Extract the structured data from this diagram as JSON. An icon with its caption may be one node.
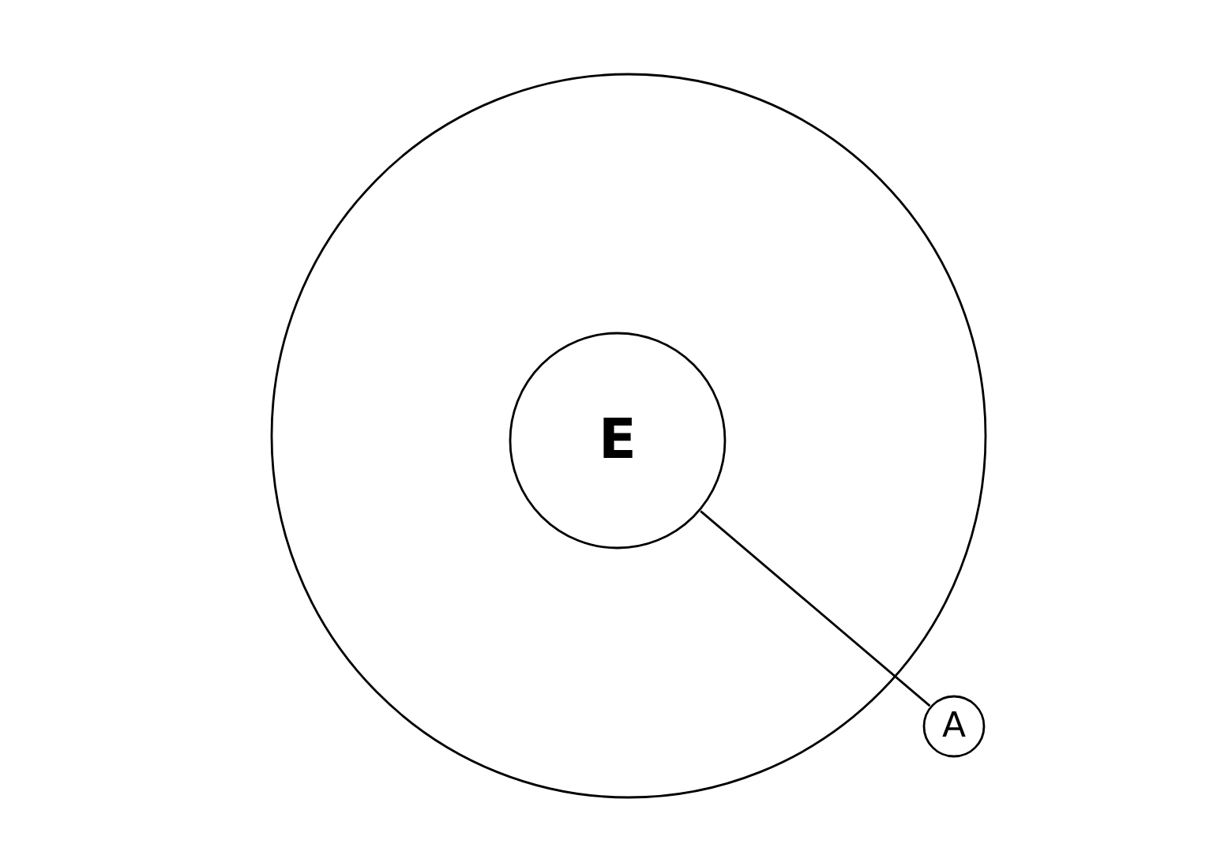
{
  "diagram": {
    "nodes": [
      {
        "text": [],
        "shape": "circle"
      },
      {
        "text": [
          "E"
        ],
        "in": 0
      },
      {
        "text": [
          "A"
        ]
      }
    ],
    "edges": [
      {
        "from": 1,
        "to": 2,
        "arrow": "none"
      }
    ]
  }
}
